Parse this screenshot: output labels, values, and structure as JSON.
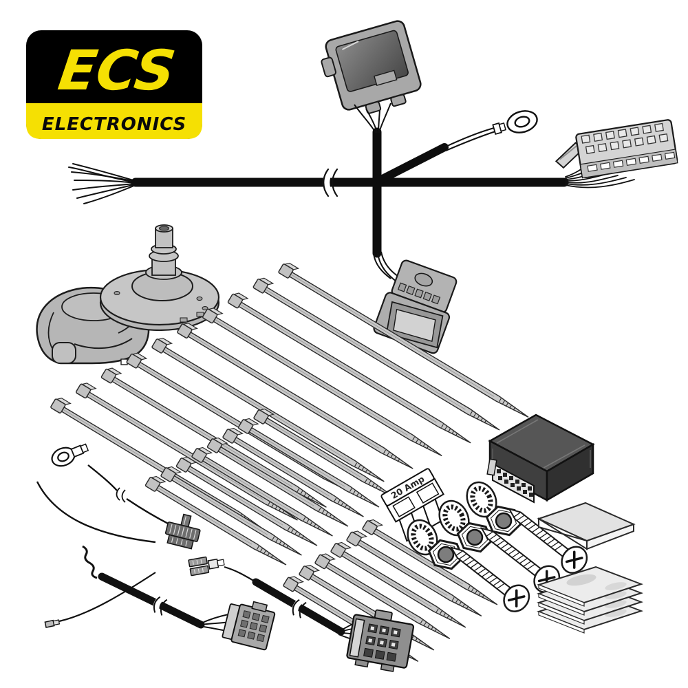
{
  "logo": {
    "brand": "ECS",
    "subtitle": "ELECTRONICS"
  },
  "fuse": {
    "label": "20 Amp"
  },
  "colors": {
    "brand_yellow": "#F5E003",
    "brand_black": "#000000",
    "outline": "#1a1a1a",
    "cable_black": "#0d0d0d",
    "part_light": "#c9c9c9",
    "part_mid": "#ababab",
    "module_dark": "#3f3f3f",
    "paper": "#ececec",
    "white": "#ffffff"
  },
  "cable_tie_fans": [
    10,
    8,
    6
  ],
  "parts": [
    {
      "name": "relay-holder",
      "count": 1
    },
    {
      "name": "main-wiring-harness",
      "count": 1
    },
    {
      "name": "ring-terminal",
      "count": 2
    },
    {
      "name": "14-way-connector",
      "count": 1
    },
    {
      "name": "module-connector-plug",
      "count": 1
    },
    {
      "name": "7-pin-socket-housing",
      "count": 1
    },
    {
      "name": "mounting-gasket",
      "count": 1
    },
    {
      "name": "cable-tie",
      "count": 24
    },
    {
      "name": "blade-fuse",
      "count": 1
    },
    {
      "name": "star-washer",
      "count": 3
    },
    {
      "name": "hex-nut",
      "count": 3
    },
    {
      "name": "pan-head-screw",
      "count": 3
    },
    {
      "name": "relay-module",
      "count": 1
    },
    {
      "name": "foam-pad",
      "count": 1
    },
    {
      "name": "instruction-sheet",
      "count": 4
    },
    {
      "name": "fuse-tap",
      "count": 1
    },
    {
      "name": "spade-terminal-lead",
      "count": 1
    },
    {
      "name": "bullet-terminal-lead",
      "count": 1
    },
    {
      "name": "grey-multiway-connector",
      "count": 1
    },
    {
      "name": "black-multiway-connector",
      "count": 1
    }
  ]
}
